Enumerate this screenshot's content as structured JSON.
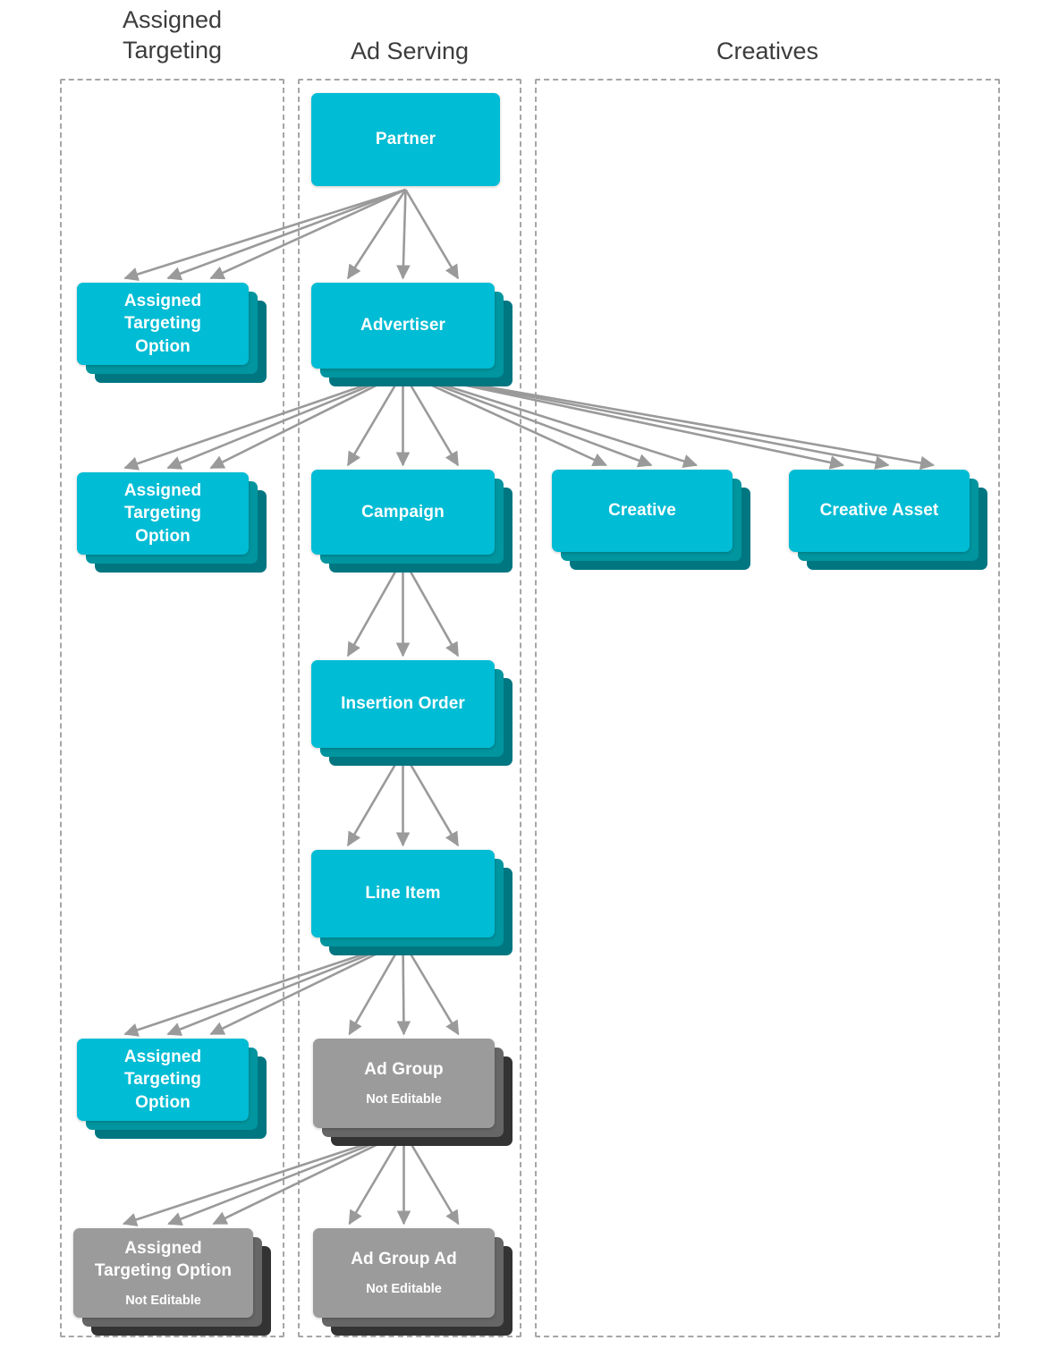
{
  "colors": {
    "cyan_front": "#00BCD4",
    "cyan_mid": "#00959f",
    "cyan_back": "#007681",
    "gray_front": "#9b9b9b",
    "gray_mid": "#666666",
    "gray_back": "#333333",
    "arrow": "#9a9a9a",
    "dash_border": "#a6a6a6",
    "header_text": "#3c3c3c",
    "node_text": "#ffffff"
  },
  "columns": [
    {
      "id": "assigned-targeting",
      "label": "Assigned\nTargeting",
      "label_line1": "Assigned",
      "label_line2": "Targeting"
    },
    {
      "id": "ad-serving",
      "label": "Ad Serving"
    },
    {
      "id": "creatives",
      "label": "Creatives"
    }
  ],
  "nodes": {
    "partner": {
      "title": "Partner",
      "sub": "",
      "style": "cyan",
      "stacked": false
    },
    "ato_partner": {
      "title": "Assigned\nTargeting\nOption",
      "line1": "Assigned",
      "line2": "Targeting",
      "line3": "Option",
      "sub": "",
      "style": "cyan",
      "stacked": true
    },
    "advertiser": {
      "title": "Advertiser",
      "sub": "",
      "style": "cyan",
      "stacked": true
    },
    "ato_advertiser": {
      "title": "Assigned\nTargeting\nOption",
      "line1": "Assigned",
      "line2": "Targeting",
      "line3": "Option",
      "sub": "",
      "style": "cyan",
      "stacked": true
    },
    "campaign": {
      "title": "Campaign",
      "sub": "",
      "style": "cyan",
      "stacked": true
    },
    "creative": {
      "title": "Creative",
      "sub": "",
      "style": "cyan",
      "stacked": true
    },
    "creative_asset": {
      "title": "Creative Asset",
      "sub": "",
      "style": "cyan",
      "stacked": true
    },
    "insertion_order": {
      "title": "Insertion Order",
      "sub": "",
      "style": "cyan",
      "stacked": true
    },
    "line_item": {
      "title": "Line Item",
      "sub": "",
      "style": "cyan",
      "stacked": true
    },
    "ato_line_item": {
      "title": "Assigned\nTargeting\nOption",
      "line1": "Assigned",
      "line2": "Targeting",
      "line3": "Option",
      "sub": "",
      "style": "cyan",
      "stacked": true
    },
    "ad_group": {
      "title": "Ad Group",
      "sub": "Not Editable",
      "style": "gray",
      "stacked": true
    },
    "ato_ad_group": {
      "title": "Assigned\nTargeting Option",
      "line1": "Assigned",
      "line2": "Targeting Option",
      "sub": "Not Editable",
      "style": "gray",
      "stacked": true
    },
    "ad_group_ad": {
      "title": "Ad Group Ad",
      "sub": "Not Editable",
      "style": "gray",
      "stacked": true
    }
  },
  "edges": [
    {
      "from": "partner",
      "to": "ato_partner",
      "multiplicity": 3
    },
    {
      "from": "partner",
      "to": "advertiser",
      "multiplicity": 3
    },
    {
      "from": "advertiser",
      "to": "ato_advertiser",
      "multiplicity": 3
    },
    {
      "from": "advertiser",
      "to": "campaign",
      "multiplicity": 3
    },
    {
      "from": "advertiser",
      "to": "creative",
      "multiplicity": 3
    },
    {
      "from": "advertiser",
      "to": "creative_asset",
      "multiplicity": 3
    },
    {
      "from": "campaign",
      "to": "insertion_order",
      "multiplicity": 3
    },
    {
      "from": "insertion_order",
      "to": "line_item",
      "multiplicity": 3
    },
    {
      "from": "line_item",
      "to": "ato_line_item",
      "multiplicity": 3
    },
    {
      "from": "line_item",
      "to": "ad_group",
      "multiplicity": 3
    },
    {
      "from": "ad_group",
      "to": "ato_ad_group",
      "multiplicity": 3
    },
    {
      "from": "ad_group",
      "to": "ad_group_ad",
      "multiplicity": 3
    }
  ]
}
